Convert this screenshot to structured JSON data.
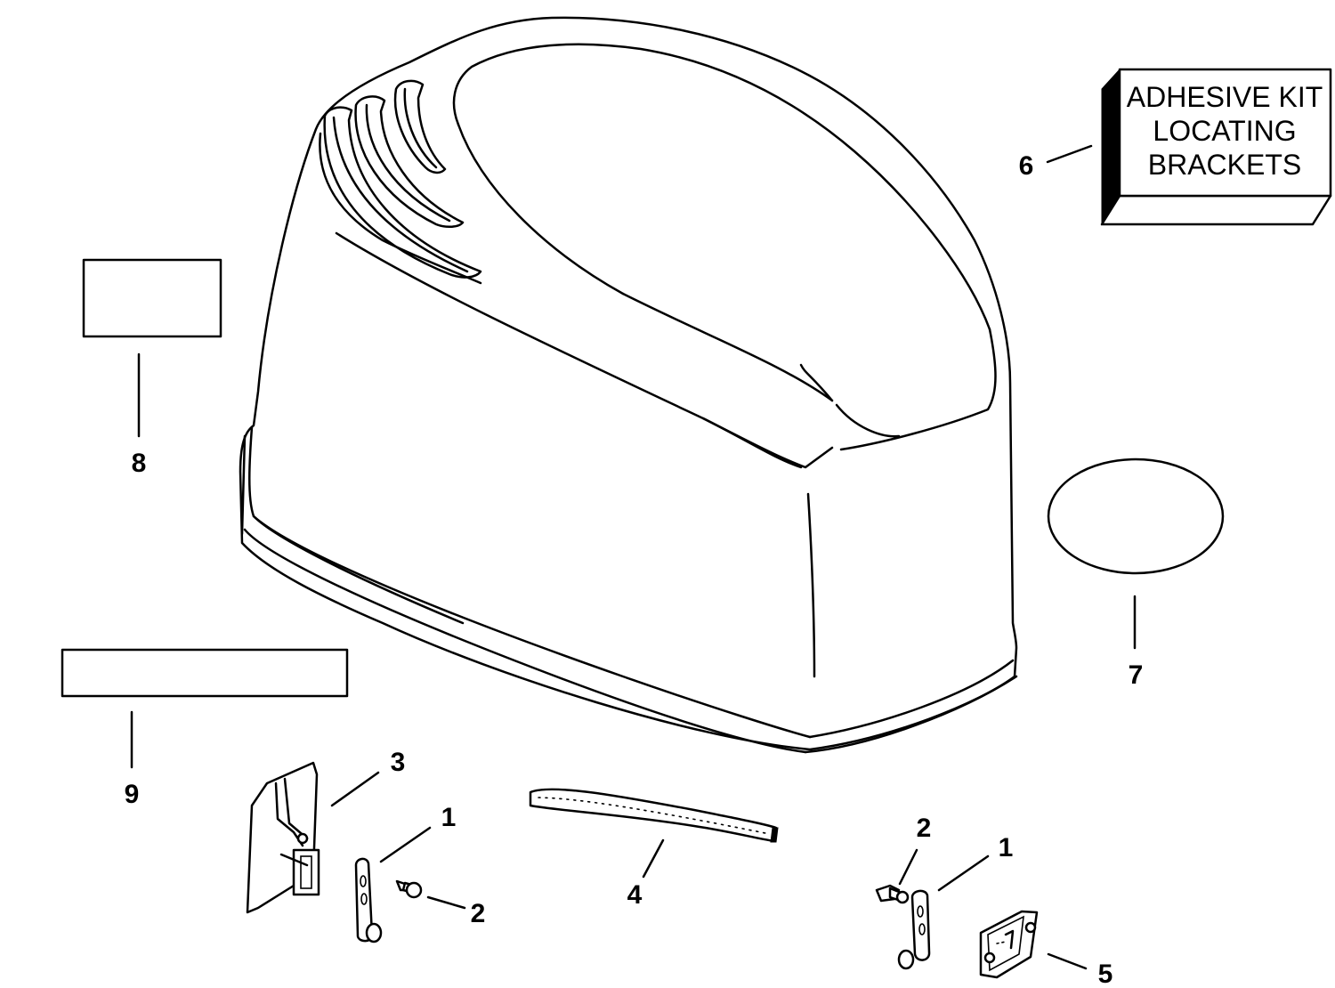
{
  "diagram": {
    "callouts": {
      "c1a": "1",
      "c1b": "1",
      "c2a": "2",
      "c2b": "2",
      "c3": "3",
      "c4": "4",
      "c5": "5",
      "c6": "6",
      "c7": "7",
      "c8": "8",
      "c9": "9"
    },
    "kit_box": {
      "line1": "ADHESIVE KIT",
      "line2": "LOCATING",
      "line3": "BRACKETS"
    },
    "icons": {
      "engine_cover": "engine-cover-icon",
      "latch_bracket": "latch-bracket-icon",
      "screw": "screw-icon",
      "seal_strip": "seal-strip-icon",
      "latch_plate": "latch-plate-icon",
      "kit_box": "kit-box-icon",
      "oval_decal": "oval-decal-icon",
      "decal": "decal-icon"
    }
  }
}
